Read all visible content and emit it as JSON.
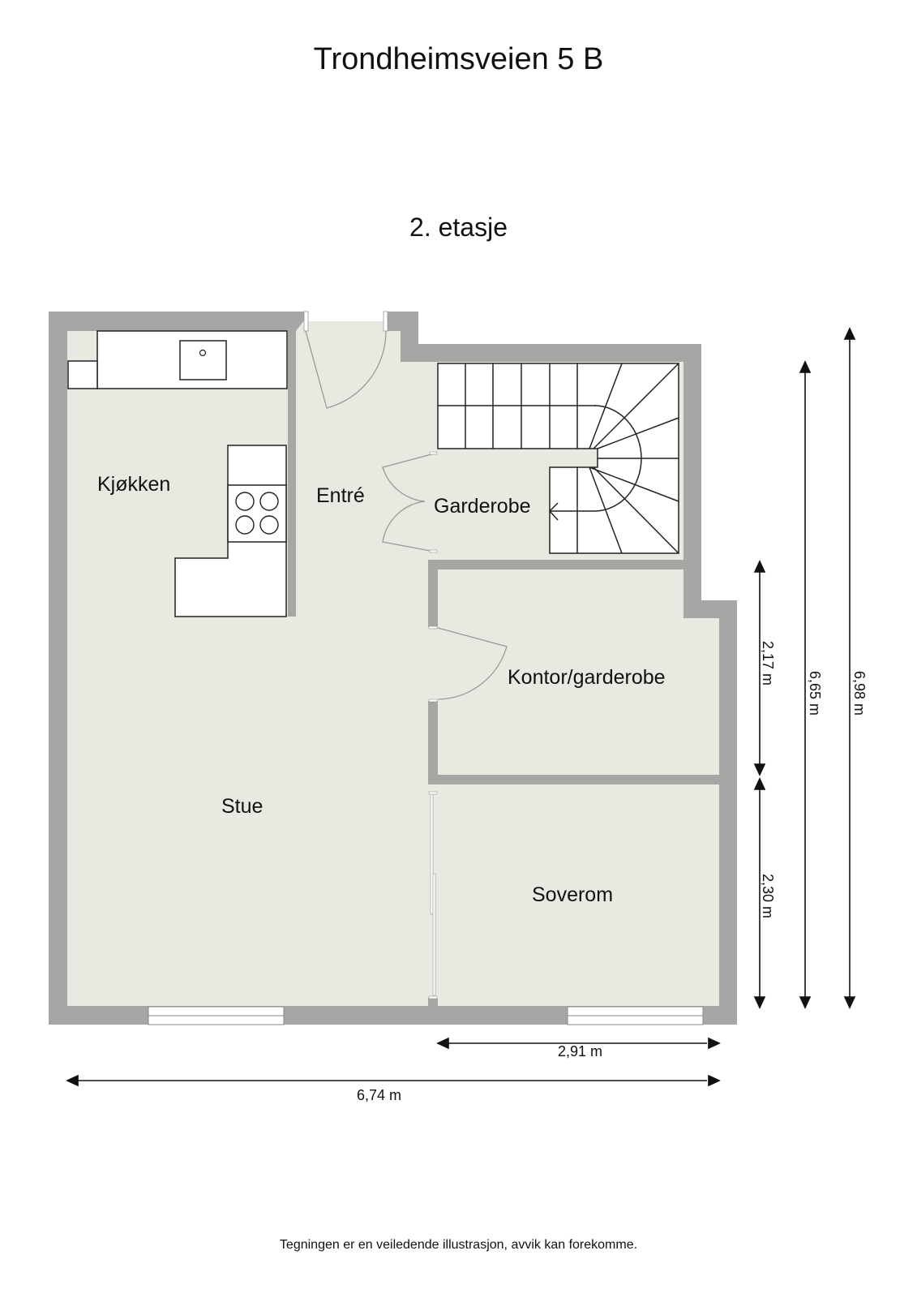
{
  "header": {
    "title": "Trondheimsveien 5 B",
    "floor": "2. etasje"
  },
  "rooms": [
    {
      "name": "Kjøkken"
    },
    {
      "name": "Entré"
    },
    {
      "name": "Garderobe"
    },
    {
      "name": "Kontor/garderobe"
    },
    {
      "name": "Stue"
    },
    {
      "name": "Soverom"
    }
  ],
  "dimensions": {
    "horizontal": [
      {
        "label": "2,91 m"
      },
      {
        "label": "6,74 m"
      }
    ],
    "vertical": [
      {
        "label": "2,17 m"
      },
      {
        "label": "2,30 m"
      },
      {
        "label": "6,65 m"
      },
      {
        "label": "6,98 m"
      }
    ]
  },
  "fixtures": [
    "kitchen-counter",
    "sink",
    "stove-4-burners",
    "stairs",
    "entry-door",
    "double-door",
    "office-door",
    "sliding-door",
    "windows"
  ],
  "colors": {
    "wall": "#a6a6a4",
    "floor": "#e9e9e2",
    "fixture": "#ffffff",
    "line": "#222222",
    "door_line": "#9a9a9a"
  },
  "footer": {
    "disclaimer": "Tegningen er en veiledende illustrasjon, avvik kan forekomme."
  }
}
